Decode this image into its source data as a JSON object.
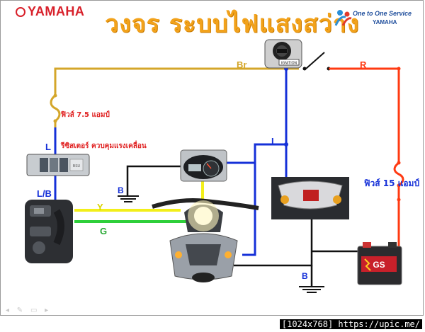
{
  "header": {
    "brand": "YAMAHA",
    "title": "วงจร ระบบไฟแสงสว่าง",
    "service_line1": "One to One Service",
    "service_line2": "YAMAHA"
  },
  "labels": {
    "br": "Br",
    "r": "R",
    "fuse_small": "ฟิวส์ 7.5 แอมป์",
    "fuse_big": "ฟิวส์ 15 แอมป์",
    "l_left": "L",
    "l_right": "L",
    "resistor": "รีซิสเตอร์ ควบคุมแรงเคลื่อน",
    "lb": "L/B",
    "b_meter": "B",
    "b_ground": "B",
    "y": "Y",
    "g": "G"
  },
  "components": {
    "ignition_text": "IGNITION",
    "resistor_text": "BSU",
    "battery_brand": "GS"
  },
  "footer": {
    "watermark": "[1024x768] https://upic.me/"
  },
  "colors": {
    "brown_wire": "#d4a62a",
    "red_wire": "#ff3a12",
    "blue_wire": "#1530d8",
    "yellow_wire": "#f2ef1a",
    "green_wire": "#2ecf3a",
    "black_wire": "#111111",
    "title": "#f2a21b",
    "brand": "#d8202a"
  }
}
